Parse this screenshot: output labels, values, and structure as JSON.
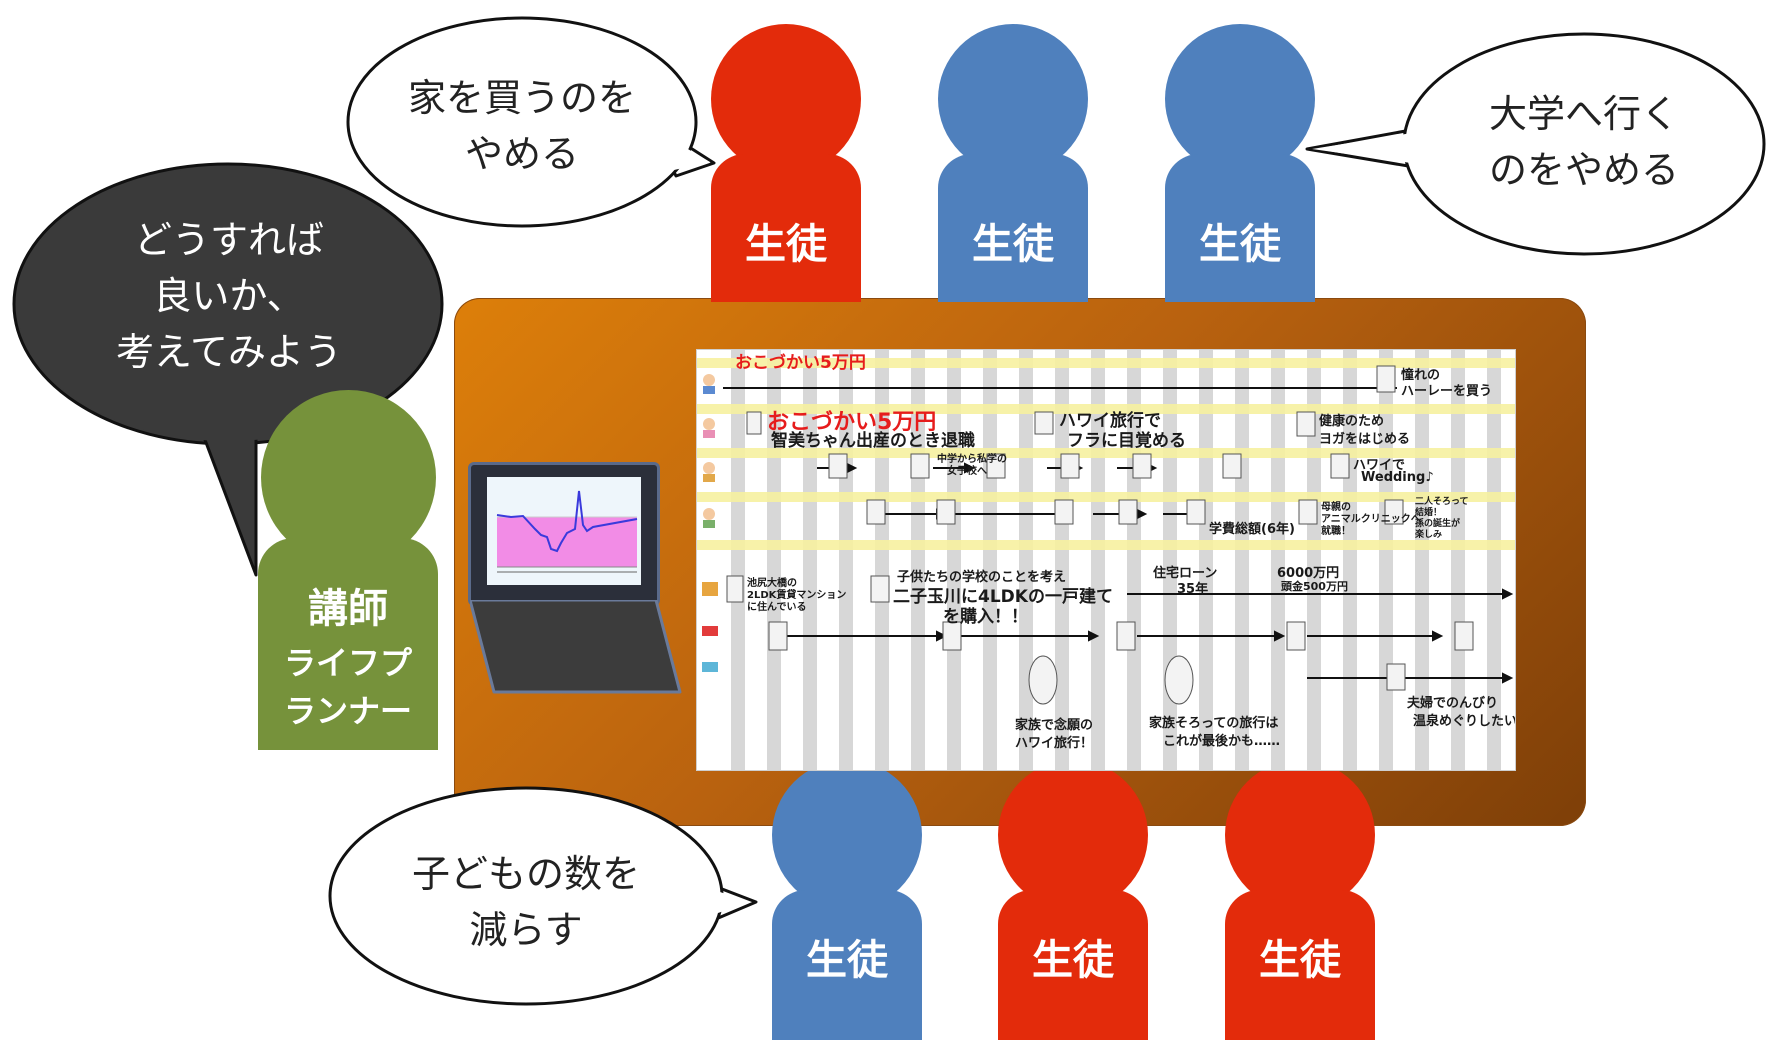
{
  "bubbles": {
    "teacher": [
      "どうすれば",
      "良いか、",
      "考えてみよう"
    ],
    "stop_house": [
      "家を買うのを",
      "やめる"
    ],
    "stop_university": [
      "大学へ行く",
      "のをやめる"
    ],
    "fewer_children": [
      "子どもの数を",
      "減らす"
    ]
  },
  "teacher": {
    "role": "講師",
    "title_lines": [
      "ライフプ",
      "ランナー"
    ]
  },
  "students": {
    "label": "生徒",
    "top": [
      {
        "color": "#e32b0b"
      },
      {
        "color": "#4f80bd"
      },
      {
        "color": "#4f80bd"
      }
    ],
    "bottom": [
      {
        "color": "#4f80bd"
      },
      {
        "color": "#e32b0b"
      },
      {
        "color": "#e32b0b"
      }
    ]
  },
  "colors": {
    "red": "#e32b0b",
    "blue": "#4f80bd",
    "green": "#76923b",
    "bubble_dark": "#3a3a3a",
    "table": "#c8690e"
  },
  "plan_sheet": {
    "notes": {
      "allowance_dad": "おこづかい5万円",
      "harley": [
        "憧れの",
        "ハーレーを買う"
      ],
      "allowance_mom": "おこづかい5万円",
      "tomomi": "智美ちゃん出産のとき退職",
      "hawaii_hula": [
        "ハワイ旅行で",
        "フラに目覚める"
      ],
      "yoga": [
        "健康のため",
        "ヨガをはじめる"
      ],
      "private_school": [
        "中学から私学の",
        "女子校へ"
      ],
      "hawaii_wedding": [
        "ハワイで",
        "Wedding♪"
      ],
      "vet": [
        "母親の",
        "アニマルクリニックへ",
        "就職！"
      ],
      "tuition": "学費総額(6年)",
      "grandchild": [
        "二人そろって",
        "結婚！",
        "孫の誕生が",
        "楽しみ"
      ],
      "rental": [
        "池尻大橋の",
        "2LDK賃貸マンション",
        "に住んでいる"
      ],
      "futako": [
        "子供たちの学校のことを考え",
        "二子玉川に4LDKの一戸建て",
        "を購入！！"
      ],
      "loan": [
        "住宅ローン",
        "35年"
      ],
      "price": [
        "6000万円",
        "頭金500万円"
      ],
      "hawaii_dream": [
        "家族で念願の",
        "ハワイ旅行！"
      ],
      "last_trip": [
        "家族そろっての旅行は",
        "これが最後かも……"
      ],
      "onsen": [
        "夫婦でのんびり",
        "温泉めぐりしたい"
      ]
    }
  }
}
